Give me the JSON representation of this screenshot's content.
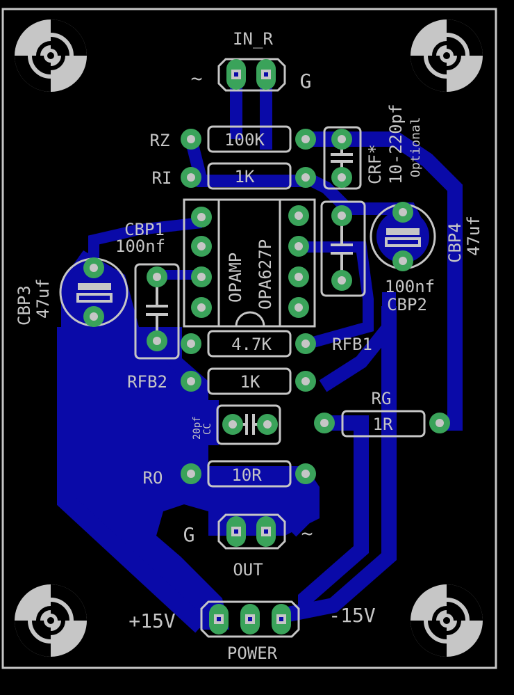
{
  "board": {
    "connectors": {
      "in": "IN_R",
      "out": "OUT",
      "power": "POWER"
    },
    "symbols": {
      "in_signal": "~",
      "in_ground": "G",
      "out_ground": "G",
      "out_signal": "~",
      "pos_rail": "+15V",
      "neg_rail": "-15V"
    },
    "resistors": {
      "rz": {
        "ref": "RZ",
        "value": "100K"
      },
      "ri": {
        "ref": "RI",
        "value": "1K"
      },
      "rfb1": {
        "ref": "RFB1",
        "value": "4.7K"
      },
      "rfb2": {
        "ref": "RFB2",
        "value": "1K"
      },
      "rg": {
        "ref": "RG",
        "value": "1R"
      },
      "ro": {
        "ref": "RO",
        "value": "10R"
      }
    },
    "capacitors": {
      "cbp1": {
        "ref": "CBP1",
        "value": "100nf"
      },
      "cbp2": {
        "ref": "CBP2",
        "value": "100nf"
      },
      "cbp3": {
        "ref": "CBP3",
        "value": "47uf"
      },
      "cbp4": {
        "ref": "CBP4",
        "value": "47uf"
      },
      "crf": {
        "ref": "CRF*",
        "value": "10-220pf",
        "note": "Optional"
      },
      "cc": {
        "ref": "CC",
        "value": "20pf"
      }
    },
    "ic": {
      "type": "OPAMP",
      "part": "OPA627P"
    },
    "colors": {
      "copper": "#0a0aa8",
      "pad": "#3aa35a",
      "silk": "#c6c6c6",
      "background": "#000000"
    }
  }
}
